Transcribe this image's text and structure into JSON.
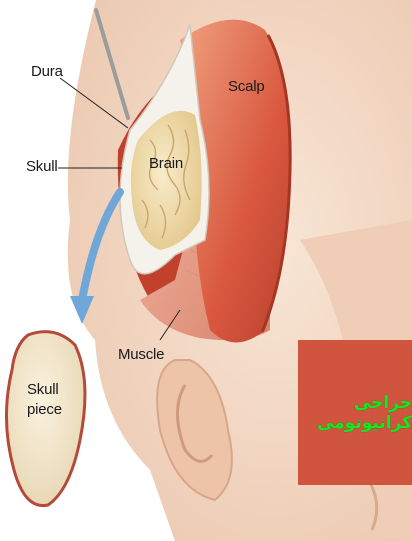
{
  "labels": {
    "dura": "Dura",
    "scalp": "Scalp",
    "skull": "Skull",
    "brain": "Brain",
    "muscle": "Muscle",
    "skull_piece_line1": "Skull",
    "skull_piece_line2": "piece"
  },
  "banner": {
    "text": "جراحی کرانیوتومی",
    "background_color": "#d1543f",
    "text_color": "#18e61f"
  },
  "colors": {
    "skin": "#f3dcc9",
    "scalp": "#e0785f",
    "muscle": "#e8a08a",
    "brain": "#f2dfb4",
    "dura": "#f4f1ea",
    "arrow": "#6fa8d8"
  }
}
